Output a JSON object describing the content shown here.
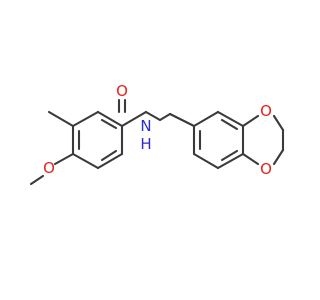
{
  "molecule": {
    "atoms": {
      "O_carbonyl": {
        "label": "O",
        "color": "#e8211c"
      },
      "N_amide": {
        "label": "N",
        "color": "#2d2dcc"
      },
      "H_amide": {
        "label": "H",
        "color": "#2d2dcc"
      },
      "O_methoxy": {
        "label": "O",
        "color": "#e8211c"
      },
      "O_dioxole_top": {
        "label": "O",
        "color": "#e8211c"
      },
      "O_dioxole_bottom": {
        "label": "O",
        "color": "#e8211c"
      }
    },
    "bond_color": "#3a3a3a",
    "background": "#ffffff"
  }
}
